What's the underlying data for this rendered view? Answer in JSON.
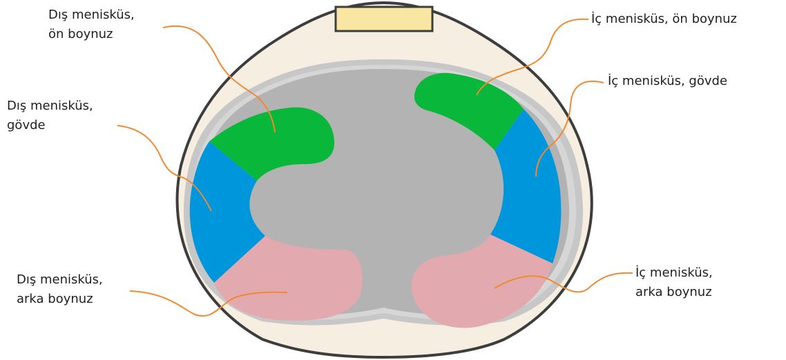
{
  "colors": {
    "outline": "#3d3d3d",
    "capsule": "#f6efe1",
    "ring_outer": "#c7c7c7",
    "ring_inner": "#d6d6d6",
    "tibia": "#b3b3b3",
    "patella": "#f9e6a3",
    "anterior_horn": "#09b83a",
    "body": "#0096dc",
    "posterior_horn": "#e2aaae",
    "leader_line": "#f08a32"
  },
  "labels": {
    "lateral_anterior": {
      "line1": "Dış menisküs,",
      "line2": "ön boynuz"
    },
    "lateral_body": {
      "line1": "Dış menisküs,",
      "line2": "gövde"
    },
    "lateral_posterior": {
      "line1": "Dış menisküs,",
      "line2": "arka boynuz"
    },
    "medial_anterior": {
      "line1": "İç menisküs, ön boynuz"
    },
    "medial_body": {
      "line1": "İç menisküs, gövde"
    },
    "medial_posterior": {
      "line1": "İç menisküs,",
      "line2": "arka boynuz"
    }
  }
}
